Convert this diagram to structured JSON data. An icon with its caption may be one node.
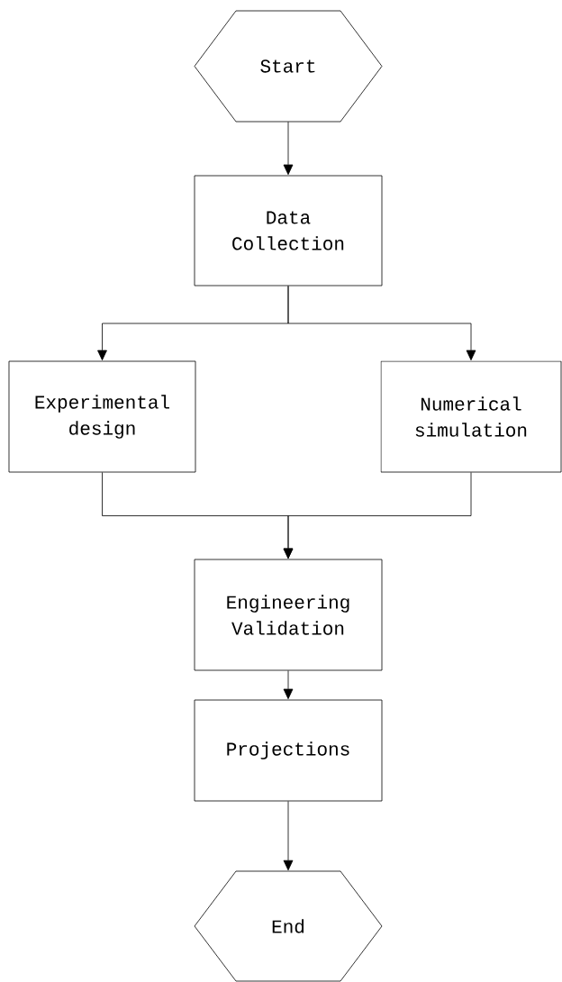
{
  "diagram": {
    "nodes": [
      {
        "text": [
          "Start"
        ]
      },
      {
        "text": [
          "Data Collection"
        ]
      },
      {
        "text": [
          "Experimental design"
        ]
      },
      {
        "text": [
          "Numerical simulation"
        ]
      },
      {
        "text": [
          "Engineering Validation"
        ]
      },
      {
        "text": [
          "Projections"
        ]
      },
      {
        "text": [
          "End"
        ]
      }
    ],
    "edges": [
      {
        "from": 0,
        "to": 1,
        "arrow": "to"
      },
      {
        "from": 1,
        "to": 2,
        "arrow": "to"
      },
      {
        "from": 1,
        "to": 3,
        "arrow": "to"
      },
      {
        "from": 2,
        "to": 4,
        "arrow": "to"
      },
      {
        "from": 3,
        "to": 4,
        "arrow": "to"
      },
      {
        "from": 4,
        "to": 5,
        "arrow": "to"
      },
      {
        "from": 5,
        "to": 6,
        "arrow": "to"
      }
    ]
  }
}
